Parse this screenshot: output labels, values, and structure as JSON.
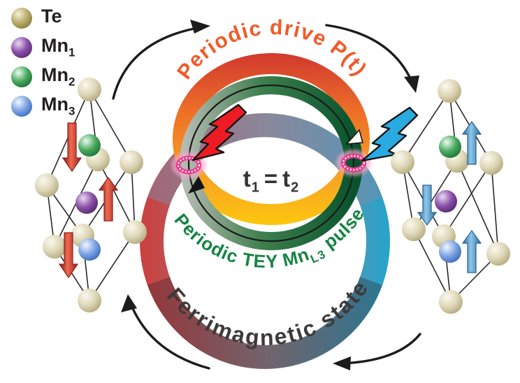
{
  "legend": {
    "items": [
      {
        "base": "Te",
        "sub": "",
        "color": "#9d9455"
      },
      {
        "base": "Mn",
        "sub": "1",
        "color": "#7c4399"
      },
      {
        "base": "Mn",
        "sub": "2",
        "color": "#3fa154"
      },
      {
        "base": "Mn",
        "sub": "3",
        "color": "#6f97dd"
      }
    ]
  },
  "rings": {
    "drive_label": "Periodic drive P(t)",
    "tey_prefix": "Periodic TEY Mn",
    "tey_sub": "L3",
    "tey_suffix": " pulse",
    "ferri_label": "Ferrimagnetic state",
    "equation": {
      "t1": "t",
      "s1": "1",
      "eq": "=",
      "t2": "t",
      "s2": "2"
    }
  },
  "colors": {
    "drive_red": "#d23b2f",
    "drive_orange": "#f15a29",
    "drive_yellow": "#fdc70f",
    "tey_green_dark": "#07522c",
    "tey_silver": "#b7bcb4",
    "tey_text_green": "#158443",
    "ferri_red": "#c94343",
    "ferri_blue": "#2ba2c8",
    "ferri_text": "#3d3a3a",
    "spin_arrow_left": "#c8332e",
    "spin_arrow_right": "#4191c4",
    "target_pink": "#ee3d8f",
    "bolt_red": "#ed1c24",
    "bolt_blue": "#29abe2"
  }
}
